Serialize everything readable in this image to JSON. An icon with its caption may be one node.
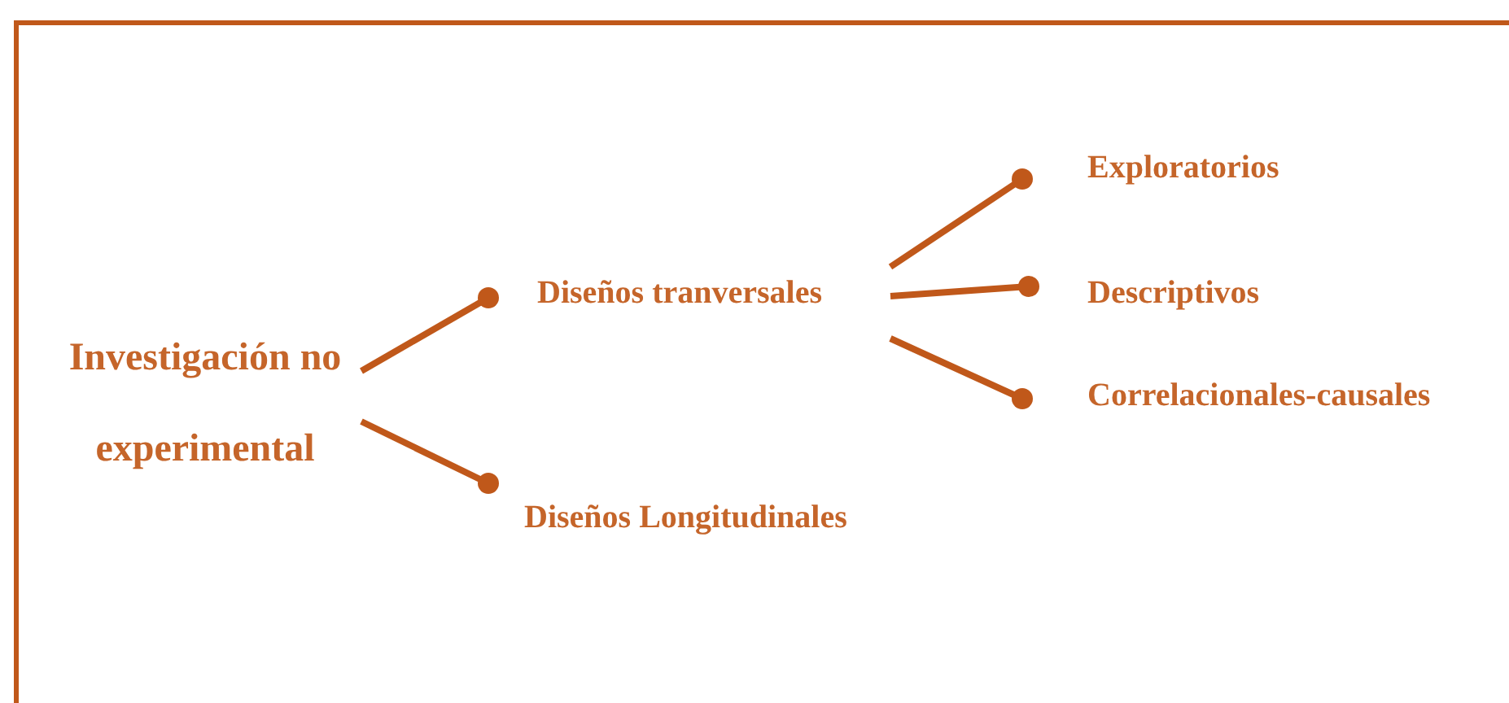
{
  "diagram": {
    "nodes": [
      {
        "text": [
          "Investigación no experimental"
        ]
      },
      {
        "text": [
          "Diseños tranversales"
        ]
      },
      {
        "text": [
          "Diseños Longitudinales"
        ]
      },
      {
        "text": [
          "Exploratorios"
        ]
      },
      {
        "text": [
          "Descriptivos"
        ]
      },
      {
        "text": [
          "Correlacionales-causales"
        ]
      }
    ],
    "edges": [
      {
        "from": 0,
        "to": 1,
        "arrow": "other"
      },
      {
        "from": 0,
        "to": 2,
        "arrow": "other"
      },
      {
        "from": 1,
        "to": 3,
        "arrow": "other"
      },
      {
        "from": 1,
        "to": 4,
        "arrow": "other"
      },
      {
        "from": 1,
        "to": 5,
        "arrow": "other"
      }
    ]
  }
}
